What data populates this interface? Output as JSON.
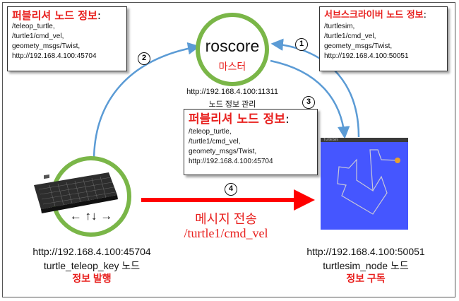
{
  "master": {
    "name": "roscore",
    "subtitle": "마스터",
    "uri": "http://192.168.4.100:11311",
    "role": "노드 정보 관리"
  },
  "publisher_note_top": {
    "title": "퍼블리셔 노드 정보",
    "colon": ":",
    "lines": [
      "/teleop_turtle,",
      "/turtle1/cmd_vel,",
      "geomety_msgs/Twist,",
      "http://192.168.4.100:45704"
    ]
  },
  "subscriber_note": {
    "title": "서브스크라이버 노드 정보",
    "colon": ":",
    "lines": [
      "/turtlesim,",
      "/turtle1/cmd_vel,",
      "geomety_msgs/Twist,",
      "http://192.168.4.100:50051"
    ]
  },
  "publisher_note_mid": {
    "title": "퍼블리셔 노드 정보",
    "colon": ":",
    "lines": [
      "/teleop_turtle,",
      "/turtle1/cmd_vel,",
      "geomety_msgs/Twist,",
      "http://192.168.4.100:45704"
    ]
  },
  "steps": [
    "①",
    "②",
    "③",
    "④"
  ],
  "keyboard_arrows": "← ↑↓ →",
  "publisher_node": {
    "uri": "http://192.168.4.100:45704",
    "name": "turtle_teleop_key 노드",
    "action": "정보 발행"
  },
  "subscriber_node": {
    "uri": "http://192.168.4.100:50051",
    "name": "turtlesim_node 노드",
    "action": "정보 구독"
  },
  "message": {
    "label": "메시지 전송",
    "topic": "/turtle1/cmd_vel"
  },
  "turtlesim_window": {
    "title": "TurtleSim"
  },
  "colors": {
    "circle_border": "#7ab648",
    "arrow_blue": "#5b9bd5",
    "arrow_red": "#ff0000",
    "highlight_red": "#e8201e",
    "turtlesim_bg": "#4556ff"
  }
}
